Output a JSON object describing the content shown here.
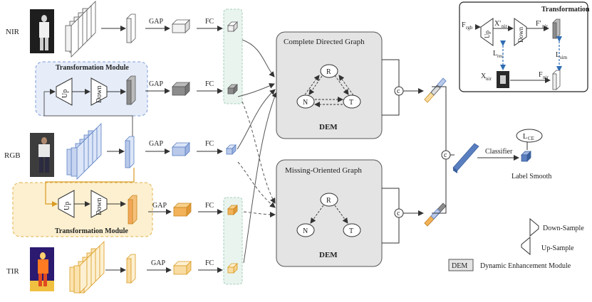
{
  "labels": {
    "nir": "NIR",
    "rgb": "RGB",
    "tir": "TIR",
    "gap": "GAP",
    "fc": "FC",
    "transformation_module": "Transformation Module",
    "up": "Up",
    "down": "Down",
    "complete_graph_title": "Complete Directed Graph",
    "missing_graph_title": "Missing-Oriented Graph",
    "dem": "DEM",
    "node_r": "R",
    "node_n": "N",
    "node_t": "T",
    "concat": "c",
    "classifier": "Classifier",
    "lce_main": "L",
    "lce_sub": "CE",
    "label_smooth": "Label Smooth"
  },
  "inset": {
    "title": "Transformation",
    "f_main": "F",
    "f_rgb_sub": "rgb",
    "x_main": "X'",
    "x_nir_sub": "nir",
    "fprime_main": "F'",
    "fprime_sub": "nir",
    "lrec_main": "L",
    "lrec_sub": "rec",
    "lsim_main": "L",
    "lsim_sub": "sim",
    "xnir_main": "X",
    "xnir_sub": "nir",
    "fnir_main": "F",
    "fnir_sub": "nir",
    "up": "Up",
    "down": "Down"
  },
  "legend": {
    "down_sample": "Down-Sample",
    "up_sample": "Up-Sample",
    "dem_box": "DEM",
    "dem_desc": "Dynamic Enhancement Module"
  },
  "colors": {
    "gray": "#d9d9d9",
    "dark_gray": "#8c8c8c",
    "blue": "#b9c9ea",
    "dark_blue": "#5a7fc0",
    "orange": "#f8dca2",
    "dark_orange": "#e7a23a",
    "tm_blue_bg": "#e6edf9",
    "tm_orange_bg": "#fcf0d0",
    "dem_bg": "#e4e4e4",
    "fc_box": "#e9f4ef"
  }
}
